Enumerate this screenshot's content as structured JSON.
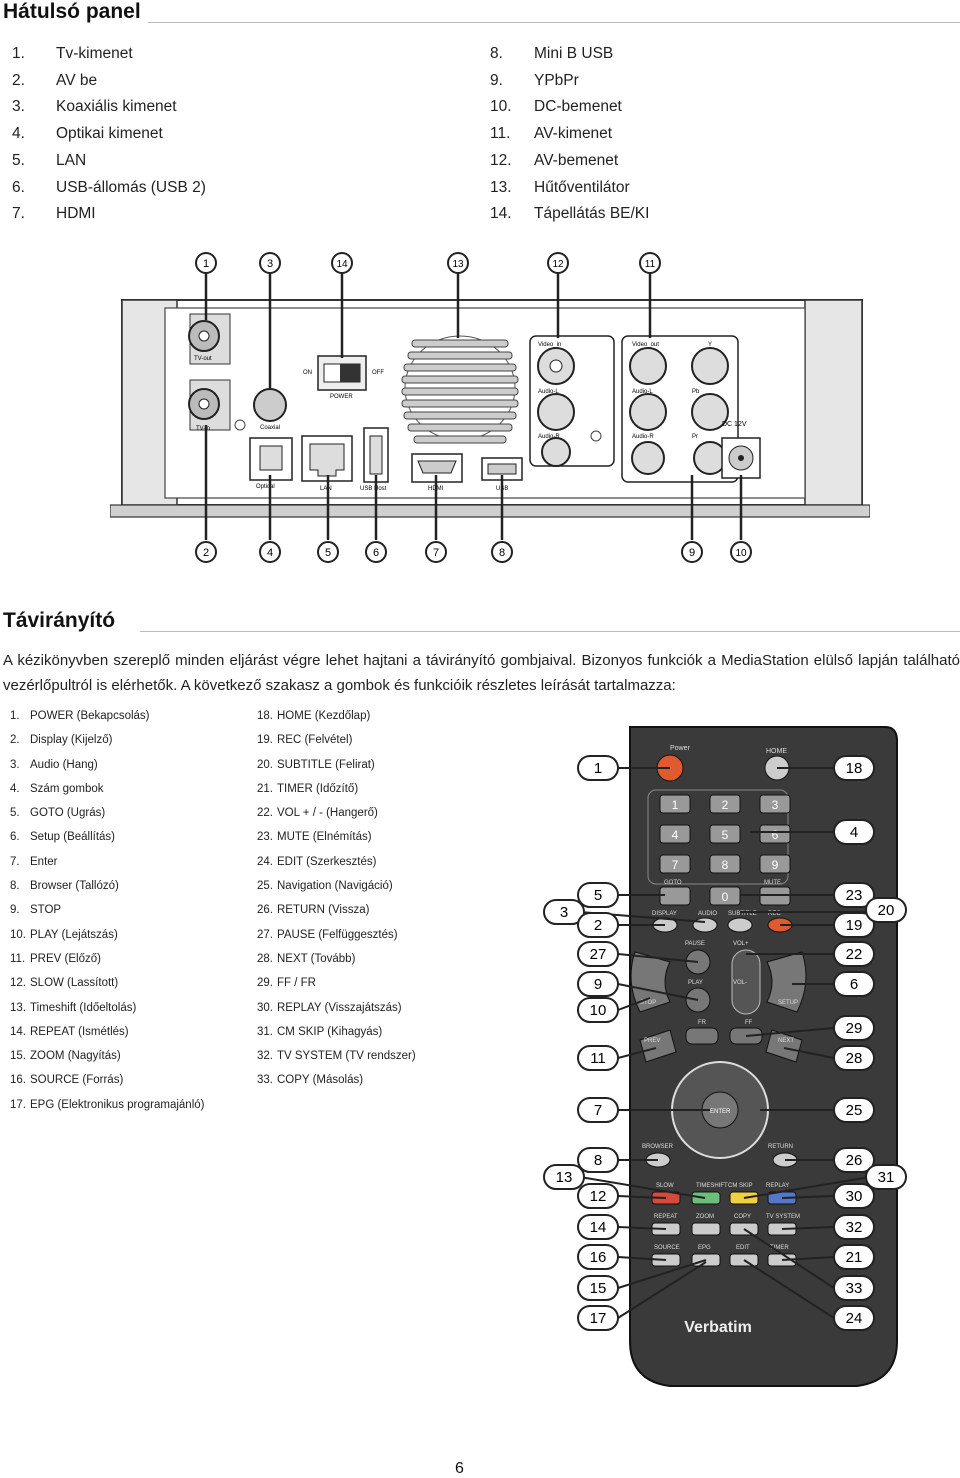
{
  "back_panel": {
    "title": "Hátulsó panel",
    "items_left": [
      {
        "n": "1.",
        "label": "Tv-kimenet"
      },
      {
        "n": "2.",
        "label": "AV be"
      },
      {
        "n": "3.",
        "label": "Koaxiális kimenet"
      },
      {
        "n": "4.",
        "label": "Optikai kimenet"
      },
      {
        "n": "5.",
        "label": "LAN"
      },
      {
        "n": "6.",
        "label": "USB-állomás (USB 2)"
      },
      {
        "n": "7.",
        "label": "HDMI"
      }
    ],
    "items_right": [
      {
        "n": "8.",
        "label": "Mini B USB"
      },
      {
        "n": "9.",
        "label": "YPbPr"
      },
      {
        "n": "10.",
        "label": "DC-bemenet"
      },
      {
        "n": "11.",
        "label": "AV-kimenet"
      },
      {
        "n": "12.",
        "label": "AV-bemenet"
      },
      {
        "n": "13.",
        "label": "Hűtőventilátor"
      },
      {
        "n": "14.",
        "label": "Tápellátás BE/KI"
      }
    ],
    "diagram": {
      "top_callouts": [
        "1",
        "3",
        "14",
        "13",
        "12",
        "11"
      ],
      "bottom_callouts": [
        "2",
        "4",
        "5",
        "6",
        "7",
        "8",
        "9",
        "10"
      ],
      "port_labels": {
        "tv_out": "TV-out",
        "tv_in": "TV-in",
        "coaxial": "Coaxial",
        "optical": "Optical",
        "on": "ON",
        "off": "OFF",
        "power": "POWER",
        "lan": "LAN",
        "usb_host": "USB Host",
        "hdmi": "HDMI",
        "usb": "USB",
        "video_in": "Video_in",
        "audio_l": "Audio-L",
        "audio_r": "Audio-R",
        "video_out": "Video_out",
        "y": "Y",
        "pb": "Pb",
        "pr": "Pr",
        "dc": "DC 12V"
      }
    }
  },
  "remote": {
    "title": "Távirányító",
    "paragraph": "A kézikönyvben szereplő minden eljárást végre lehet hajtani a távirányító gombjaival. Bizonyos funkciók a MediaStation elülső lapján található vezérlőpultról is elérhetők. A következő szakasz a gombok és funkcióik részletes leírását tartalmazza:",
    "items_left": [
      {
        "n": "1.",
        "label": "POWER (Bekapcsolás)"
      },
      {
        "n": "2.",
        "label": "Display (Kijelző)"
      },
      {
        "n": "3.",
        "label": "Audio (Hang)"
      },
      {
        "n": "4.",
        "label": "Szám gombok"
      },
      {
        "n": "5.",
        "label": "GOTO (Ugrás)"
      },
      {
        "n": "6.",
        "label": "Setup (Beállítás)"
      },
      {
        "n": "7.",
        "label": "Enter"
      },
      {
        "n": "8.",
        "label": "Browser (Tallózó)"
      },
      {
        "n": "9.",
        "label": "STOP"
      },
      {
        "n": "10.",
        "label": "PLAY (Lejátszás)"
      },
      {
        "n": "11.",
        "label": "PREV (Előző)"
      },
      {
        "n": "12.",
        "label": "SLOW (Lassított)"
      },
      {
        "n": "13.",
        "label": "Timeshift (Időeltolás)"
      },
      {
        "n": "14.",
        "label": "REPEAT (Ismétlés)"
      },
      {
        "n": "15.",
        "label": "ZOOM (Nagyítás)"
      },
      {
        "n": "16.",
        "label": "SOURCE (Forrás)"
      },
      {
        "n": "17.",
        "label": "EPG (Elektronikus programajánló)"
      }
    ],
    "items_right": [
      {
        "n": "18.",
        "label": "HOME (Kezdőlap)"
      },
      {
        "n": "19.",
        "label": "REC (Felvétel)"
      },
      {
        "n": "20.",
        "label": "SUBTITLE (Felirat)"
      },
      {
        "n": "21.",
        "label": "TIMER (Időzítő)"
      },
      {
        "n": "22.",
        "label": "VOL + / - (Hangerő)"
      },
      {
        "n": "23.",
        "label": "MUTE (Elnémítás)"
      },
      {
        "n": "24.",
        "label": "EDIT (Szerkesztés)"
      },
      {
        "n": "25.",
        "label": "Navigation (Navigáció)"
      },
      {
        "n": "26.",
        "label": "RETURN (Vissza)"
      },
      {
        "n": "27.",
        "label": "PAUSE (Felfüggesztés)"
      },
      {
        "n": "28.",
        "label": "NEXT (Tovább)"
      },
      {
        "n": "29.",
        "label": "FF / FR"
      },
      {
        "n": "30.",
        "label": "REPLAY (Visszajátszás)"
      },
      {
        "n": "31.",
        "label": "CM SKIP (Kihagyás)"
      },
      {
        "n": "32.",
        "label": "TV SYSTEM (TV rendszer)"
      },
      {
        "n": "33.",
        "label": "COPY (Másolás)"
      }
    ],
    "diagram": {
      "left_callouts": [
        "3",
        "1",
        "5",
        "2",
        "27",
        "9",
        "10",
        "11",
        "7",
        "13",
        "8",
        "12",
        "14",
        "16",
        "15",
        "17"
      ],
      "right_callouts": [
        "18",
        "4",
        "23",
        "19",
        "20",
        "22",
        "6",
        "29",
        "28",
        "25",
        "26",
        "31",
        "30",
        "32",
        "21",
        "33",
        "24"
      ],
      "button_labels": {
        "power": "Power",
        "home": "HOME",
        "goto": "GOTO",
        "mute": "MUTE",
        "display": "DISPLAY",
        "audio": "AUDIO",
        "subtitle": "SUBTITLE",
        "rec": "REC",
        "pause": "PAUSE",
        "vol_plus": "VOL+",
        "vol_minus": "VOL-",
        "play": "PLAY",
        "stop": "STOP",
        "setup": "SETUP",
        "fr": "FR",
        "ff": "FF",
        "prev": "PREV",
        "next": "NEXT",
        "enter": "ENTER",
        "browser": "BROWSER",
        "return": "RETURN",
        "slow": "SLOW",
        "timeshift": "TIMESHIFT",
        "cm_skip": "CM SKIP",
        "replay": "REPLAY",
        "repeat": "REPEAT",
        "zoom": "ZOOM",
        "copy": "COPY",
        "tv_system": "TV SYSTEM",
        "source": "SOURCE",
        "epg": "EPG",
        "edit": "EDIT",
        "timer": "TIMER",
        "digits": [
          "1",
          "2",
          "3",
          "4",
          "5",
          "6",
          "7",
          "8",
          "9",
          "0"
        ],
        "brand": "Verbatim"
      }
    }
  },
  "page_number": "6"
}
